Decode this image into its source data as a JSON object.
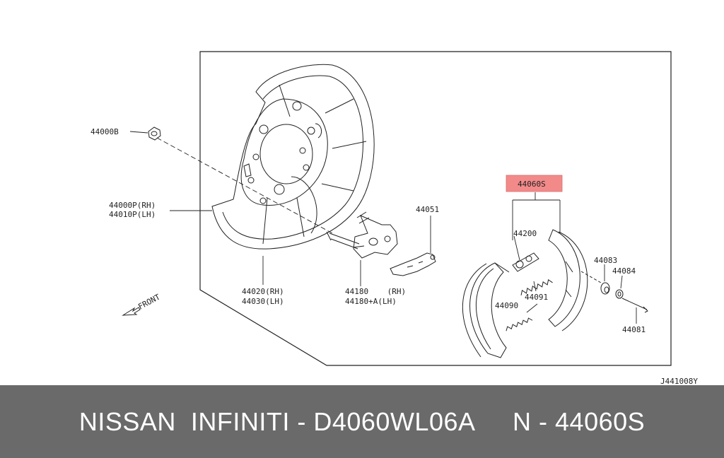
{
  "diagram": {
    "part_labels": {
      "nut": "44000B",
      "backing_plate_rh": "44000P(RH)",
      "backing_plate_lh": "44010P(LH)",
      "dust_shield_rh": "44020(RH)",
      "dust_shield_lh": "44030(LH)",
      "bracket_rh": "44180    (RH)",
      "bracket_lh": "44180+A(LH)",
      "lever": "44051",
      "shoe_set": "44060S",
      "adjuster": "44200",
      "spring_upper": "44091",
      "spring_lower": "44090",
      "retainer_pin_cup": "44083",
      "retainer_spring": "44084",
      "retainer_pin": "44081"
    },
    "front_label": "FRONT",
    "diagram_code": "J441008Y",
    "highlight_color": "#f28a8a"
  },
  "banner": {
    "brand": "NISSAN  INFINITI - D4060WL06A",
    "part_number": "N - 44060S",
    "background_color": "#6a6a6a"
  }
}
